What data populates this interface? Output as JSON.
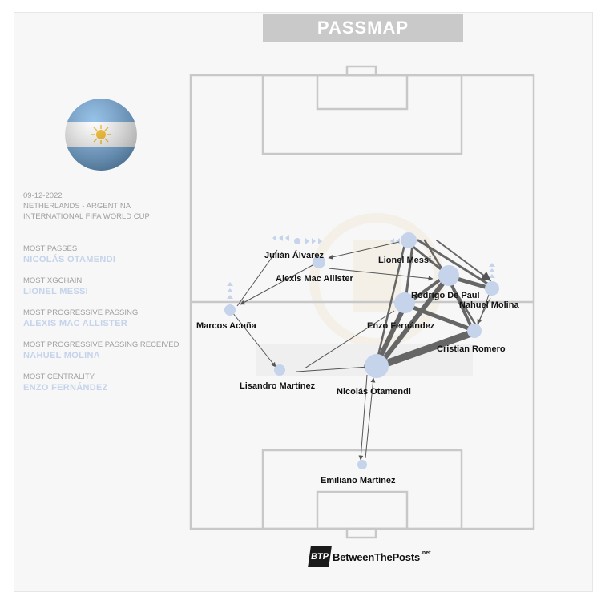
{
  "title": "PASSMAP",
  "match": {
    "date": "09-12-2022",
    "teams": "NETHERLANDS - ARGENTINA",
    "competition": "INTERNATIONAL FIFA WORLD CUP"
  },
  "stats": [
    {
      "label": "MOST PASSES",
      "value": "NICOLÁS OTAMENDI"
    },
    {
      "label": "MOST XGCHAIN",
      "value": "LIONEL MESSI"
    },
    {
      "label": "MOST PROGRESSIVE PASSING",
      "value": "ALEXIS MAC ALLISTER"
    },
    {
      "label": "MOST PROGRESSIVE PASSING RECEIVED",
      "value": "NAHUEL MOLINA"
    },
    {
      "label": "MOST CENTRALITY",
      "value": "ENZO FERNÁNDEZ"
    }
  ],
  "players": [
    {
      "name": "Julián Álvarez"
    },
    {
      "name": "Lionel Messi"
    },
    {
      "name": "Alexis Mac Allister"
    },
    {
      "name": "Rodrigo De Paul"
    },
    {
      "name": "Nahuel Molina"
    },
    {
      "name": "Marcos Acuña"
    },
    {
      "name": "Enzo Fernández"
    },
    {
      "name": "Cristian Romero"
    },
    {
      "name": "Lisandro Martínez"
    },
    {
      "name": "Nicolás Otamendi"
    },
    {
      "name": "Emiliano Martínez"
    }
  ],
  "footer": {
    "brand": "BetweenThePosts",
    "suffix": ".net",
    "badge": "BTP"
  },
  "colors": {
    "node": "#c5d3eb",
    "edge": "#555555",
    "pitch_line": "#c8c8c8",
    "title_bg": "#c9c9c9"
  }
}
